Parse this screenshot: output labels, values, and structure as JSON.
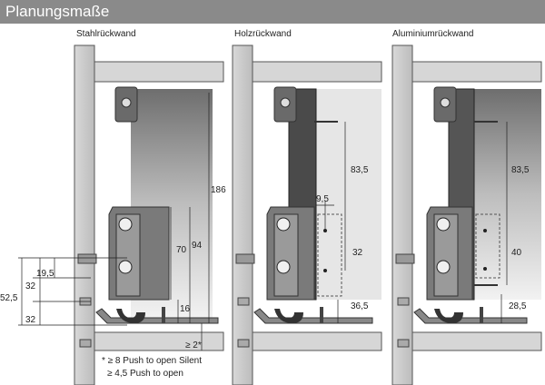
{
  "header": {
    "title": "Planungsmaße"
  },
  "panels": [
    {
      "title": "Stahlrückwand"
    },
    {
      "title": "Holzrückwand"
    },
    {
      "title": "Aluminiumrückwand"
    }
  ],
  "dimensions": {
    "left_19_5": "19,5",
    "left_32_top": "32",
    "left_52_5": "52,5",
    "left_32_bottom": "32",
    "steel_186": "186",
    "steel_94": "94",
    "steel_70": "70",
    "steel_16": "16",
    "steel_ge2": "≥ 2*",
    "wood_83_5": "83,5",
    "wood_9_5": "9,5",
    "wood_32": "32",
    "wood_36_5": "36,5",
    "alu_83_5": "83,5",
    "alu_40": "40",
    "alu_28_5": "28,5"
  },
  "notes": {
    "line1": "* ≥ 8 Push to open Silent",
    "line2": "≥ 4,5 Push to open"
  },
  "colors": {
    "header_bg": "#8a8a8a",
    "panel_gray": "#cfcfcf",
    "dark_part": "#555555",
    "wood": "#4a4a4a"
  }
}
